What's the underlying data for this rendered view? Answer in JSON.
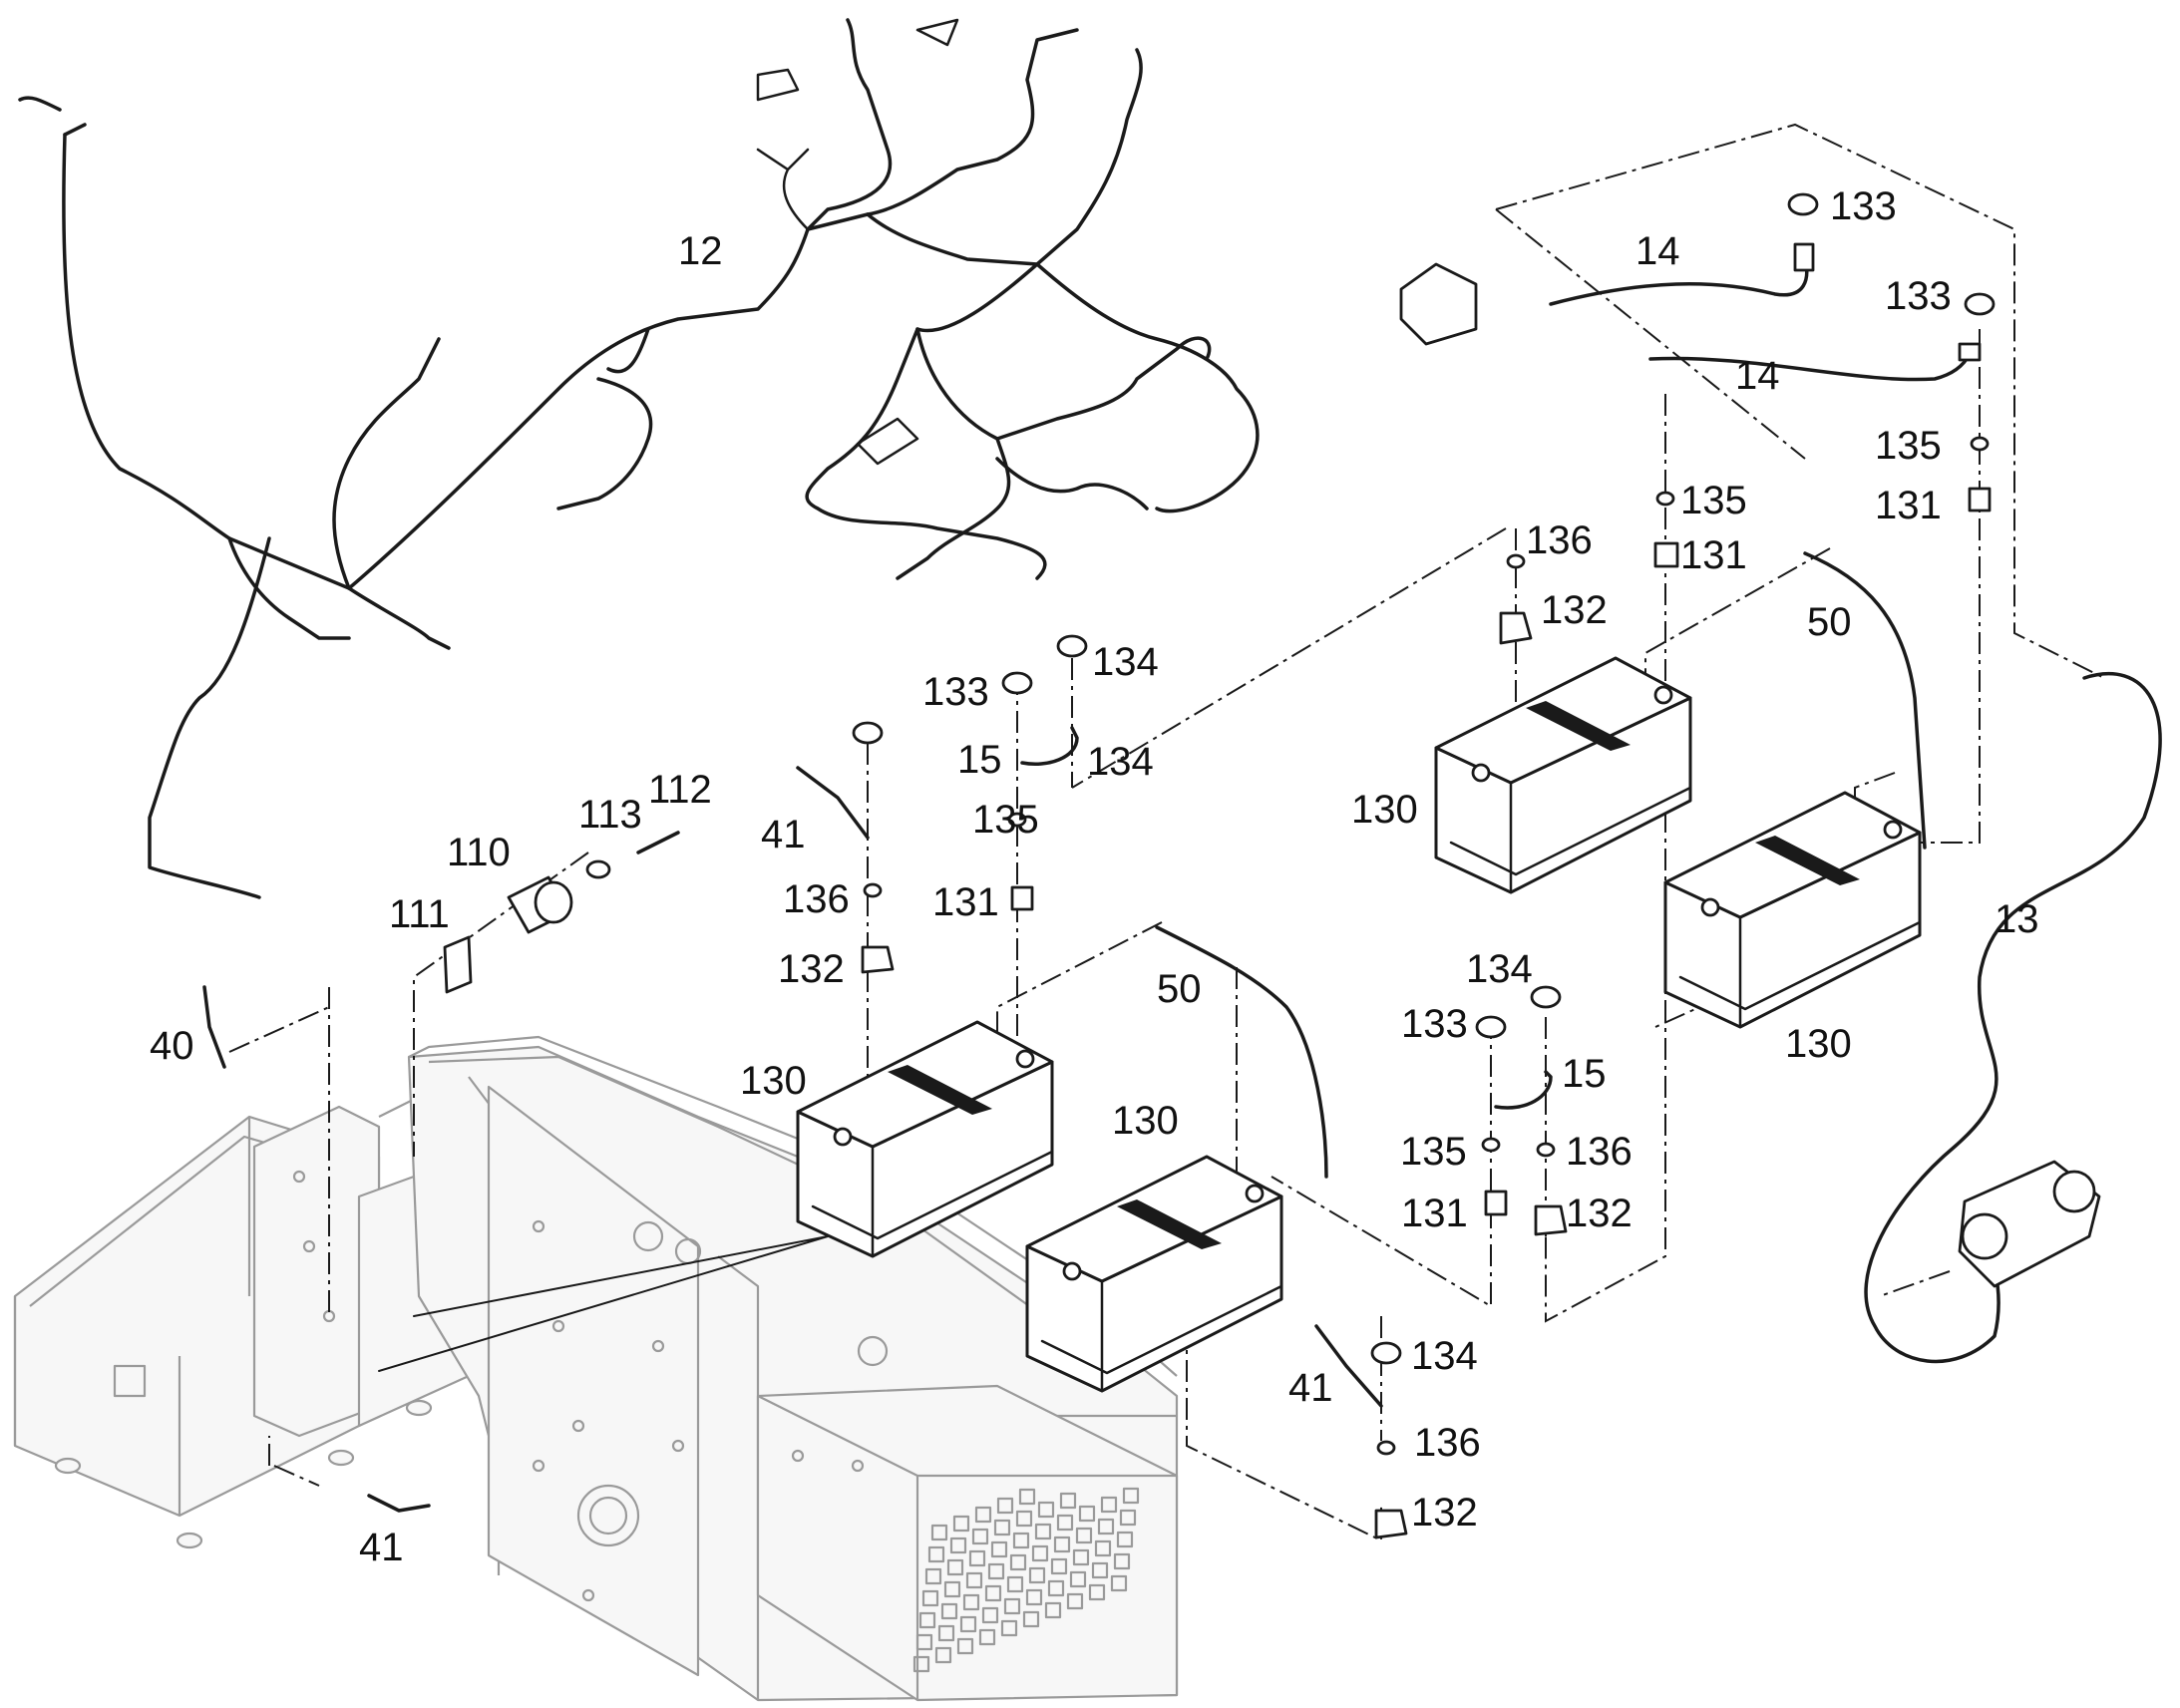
{
  "diagram": {
    "labels": [
      {
        "text": "12"
      },
      {
        "text": "14"
      },
      {
        "text": "133"
      },
      {
        "text": "133"
      },
      {
        "text": "14"
      },
      {
        "text": "135"
      },
      {
        "text": "131"
      },
      {
        "text": "135"
      },
      {
        "text": "131"
      },
      {
        "text": "136"
      },
      {
        "text": "132"
      },
      {
        "text": "50"
      },
      {
        "text": "134"
      },
      {
        "text": "133"
      },
      {
        "text": "134"
      },
      {
        "text": "15"
      },
      {
        "text": "41"
      },
      {
        "text": "135"
      },
      {
        "text": "136"
      },
      {
        "text": "131"
      },
      {
        "text": "132"
      },
      {
        "text": "112"
      },
      {
        "text": "113"
      },
      {
        "text": "110"
      },
      {
        "text": "111"
      },
      {
        "text": "40"
      },
      {
        "text": "130"
      },
      {
        "text": "50"
      },
      {
        "text": "130"
      },
      {
        "text": "130"
      },
      {
        "text": "13"
      },
      {
        "text": "130"
      },
      {
        "text": "134"
      },
      {
        "text": "133"
      },
      {
        "text": "15"
      },
      {
        "text": "135"
      },
      {
        "text": "136"
      },
      {
        "text": "131"
      },
      {
        "text": "132"
      },
      {
        "text": "134"
      },
      {
        "text": "41"
      },
      {
        "text": "136"
      },
      {
        "text": "132"
      },
      {
        "text": "41"
      }
    ]
  }
}
